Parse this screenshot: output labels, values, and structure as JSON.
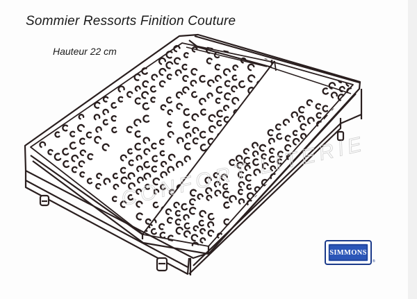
{
  "document": {
    "title": "Sommier Ressorts Finition Couture",
    "subtitle": "Hauteur 22 cm"
  },
  "illustration": {
    "subject": "box-spring-bed-base-icon",
    "watermark_text": "CONFORT LITERIE"
  },
  "logo": {
    "brand": "SIMMONS",
    "registered_mark": "®",
    "colors": {
      "outer_border": "#1b3a8a",
      "inner_fill": "#2b56b8",
      "text": "#ffffff"
    }
  }
}
